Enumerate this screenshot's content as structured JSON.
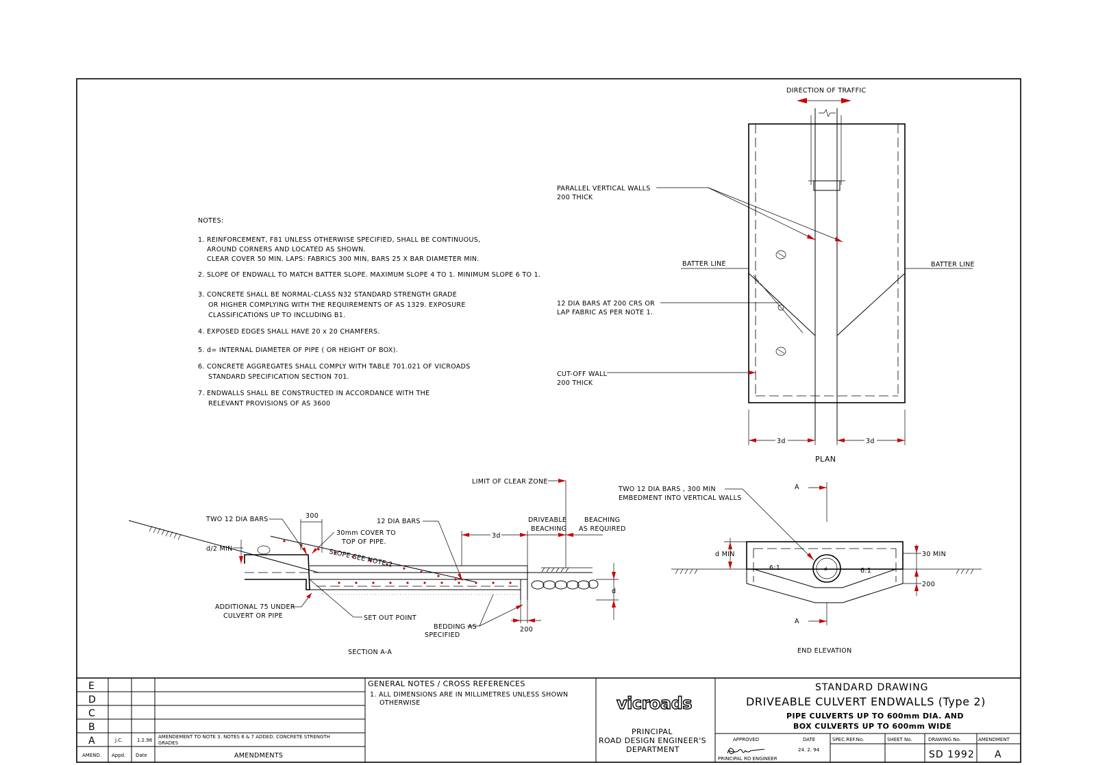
{
  "notes": {
    "title": "NOTES:",
    "lines": [
      "1. REINFORCEMENT, F81 UNLESS OTHERWISE SPECIFIED, SHALL BE CONTINUOUS,",
      "AROUND CORNERS AND LOCATED AS SHOWN.",
      "CLEAR COVER 50 MIN. LAPS: FABRICS 300 MIN, BARS 25 X BAR DIAMETER MIN.",
      "2. SLOPE OF ENDWALL TO MATCH BATTER SLOPE. MAXIMUM SLOPE 4 TO 1. MINIMUM SLOPE 6 TO 1.",
      "3. CONCRETE SHALL BE NORMAL-CLASS N32 STANDARD STRENGTH GRADE",
      "OR HIGHER COMPLYING WITH THE REQUIREMENTS OF AS 1329. EXPOSURE",
      "CLASSIFICATIONS UP TO INCLUDING B1.",
      "4. EXPOSED EDGES SHALL HAVE 20 x 20 CHAMFERS.",
      "5. d= INTERNAL DIAMETER OF PIPE ( OR HEIGHT OF BOX).",
      "6. CONCRETE AGGREGATES SHALL COMPLY WITH TABLE 701.021 OF VICROADS",
      "STANDARD SPECIFICATION SECTION 701.",
      "7. ENDWALLS SHALL BE CONSTRUCTED IN ACCORDANCE WITH THE",
      "RELEVANT PROVISIONS OF AS 3600"
    ]
  },
  "plan": {
    "direction_label": "DIRECTION OF TRAFFIC",
    "parallel_walls_1": "PARALLEL VERTICAL WALLS",
    "parallel_walls_2": "200 THICK",
    "batter_left": "BATTER LINE",
    "batter_right": "BATTER LINE",
    "bars_1": "12 DIA BARS AT 200 CRS OR",
    "bars_2": "LAP FABRIC AS PER NOTE  1.",
    "cutoff_1": "CUT-OFF WALL",
    "cutoff_2": "200 THICK",
    "dim_left": "3d",
    "dim_right": "3d",
    "title": "PLAN"
  },
  "section": {
    "clear_zone": "LIMIT OF CLEAR ZONE",
    "two_bars": "TWO 12 DIA BARS",
    "dim_300": "300",
    "bars_12": "12 DIA BARS",
    "cover_1": "30mm COVER TO",
    "cover_2": "TOP OF PIPE.",
    "slope": "SLOPE SEE NOTE 2",
    "d2min": "d/2 MIN",
    "dim_3d": "3d",
    "driveable_1": "DRIVEABLE",
    "driveable_2": "BEACHING",
    "beaching_1": "BEACHING",
    "beaching_2": "AS REQUIRED",
    "d": "d",
    "additional_1": "ADDITIONAL 75 UNDER",
    "additional_2": "CULVERT OR PIPE",
    "setout": "SET OUT POINT",
    "bedding_1": "BEDDING AS",
    "bedding_2": "SPECIFIED",
    "dim_200": "200",
    "title": "SECTION A-A"
  },
  "end_elevation": {
    "two_bars_1": "TWO 12 DIA BARS , 300  MIN",
    "two_bars_2": "EMBEDMENT INTO VERTICAL WALLS",
    "a_top": "A",
    "a_bottom": "A",
    "d_min": "d MIN",
    "min_30": "30 MIN",
    "dim_200": "200",
    "slope_left": "6:1",
    "slope_right": "6:1",
    "d": "d",
    "title": "END ELEVATION"
  },
  "title_block": {
    "amend_letters": [
      "E",
      "D",
      "C",
      "B",
      "A"
    ],
    "amend_a_by": "J.C.",
    "amend_a_date": "1.2.98",
    "amend_a_desc_1": "AMENDEMENT TO NOTE 3. NOTES 6 & 7 ADDED. CONCRETE STRENGTH",
    "amend_a_desc_2": "GRADES",
    "col_amend": "AMEND.",
    "col_appd": "Appd.",
    "col_date": "Date",
    "col_amendments": "AMENDMENTS",
    "general_title": "GENERAL NOTES / CROSS REFERENCES",
    "general_1": "1.  ALL DIMENSIONS ARE IN MILLIMETRES UNLESS SHOWN",
    "general_2": "OTHERWISE",
    "logo": "vicroads",
    "dept_1": "PRINCIPAL",
    "dept_2": "ROAD DESIGN ENGINEER'S",
    "dept_3": "DEPARTMENT",
    "std": "STANDARD DRAWING",
    "main_title": "DRIVEABLE CULVERT ENDWALLS (Type 2)",
    "sub_1": "PIPE CULVERTS UP TO 600mm DIA. AND",
    "sub_2": "BOX CULVERTS UP TO 600mm WIDE",
    "approved": "APPROVED",
    "date_label": "DATE",
    "date_value": "24. 2. 94",
    "signer": "PRINCIPAL RD ENGINEER",
    "spec_ref": "SPEC.REF.No.",
    "sheet_no": "SHEET No.",
    "drawing_no_label": "DRAWING No.",
    "drawing_no": "SD 1992",
    "amendment_label": "AMENDMENT",
    "amendment_value": "A"
  }
}
